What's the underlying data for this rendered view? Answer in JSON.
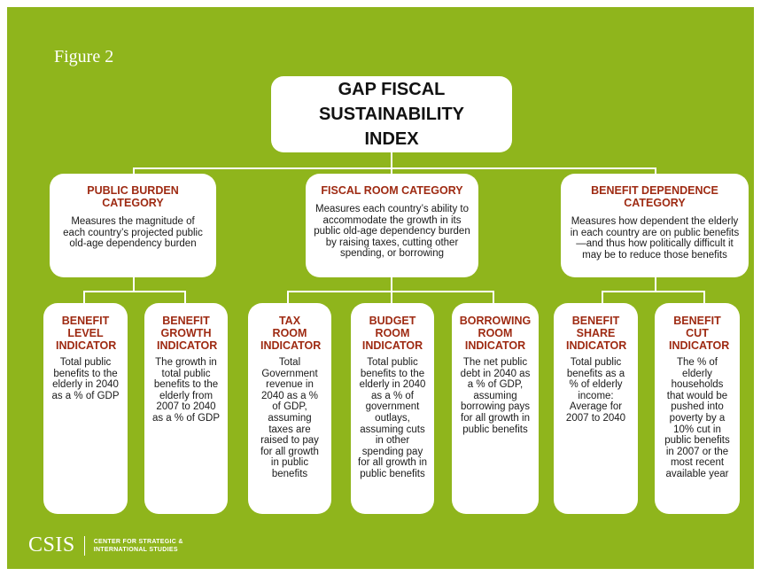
{
  "figure_label": "Figure 2",
  "root": {
    "title": "GAP FISCAL SUSTAINABILITY INDEX"
  },
  "categories": [
    {
      "title": "PUBLIC BURDEN CATEGORY",
      "desc": "Measures the magnitude of each country’s projected public old-age dependency burden"
    },
    {
      "title": "FISCAL ROOM CATEGORY",
      "desc": "Measures each country’s ability to accommodate the growth in its public old-age dependency burden by raising taxes, cutting other spending, or borrowing"
    },
    {
      "title": "BENEFIT DEPENDENCE CATEGORY",
      "desc": "Measures how dependent the elderly in each country are on public benefits—and thus how politically difficult it may be to reduce those benefits"
    }
  ],
  "indicators": [
    {
      "title": "BENEFIT LEVEL INDICATOR",
      "desc": "Total public benefits to the elderly in 2040 as a % of GDP"
    },
    {
      "title": "BENEFIT GROWTH INDICATOR",
      "desc": "The growth in total public benefits to the elderly from 2007 to 2040 as a % of GDP"
    },
    {
      "title": "TAX ROOM INDICATOR",
      "desc": "Total Government revenue in 2040 as a % of GDP, assuming taxes are raised to pay for all growth in public benefits"
    },
    {
      "title": "BUDGET ROOM INDICATOR",
      "desc": "Total public benefits to the elderly in 2040 as a % of government outlays, assuming cuts in other spending pay for all growth in public benefits"
    },
    {
      "title": "BORROWING ROOM INDICATOR",
      "desc": "The net public debt in 2040 as a % of GDP, assuming borrowing pays for all growth in public benefits"
    },
    {
      "title": "BENEFIT SHARE INDICATOR",
      "desc": "Total public benefits as a % of elderly income: Average for 2007 to 2040"
    },
    {
      "title": "BENEFIT CUT INDICATOR",
      "desc": "The % of elderly households that would be pushed into poverty by a 10% cut in public benefits in 2007 or the most recent available year"
    }
  ],
  "footer": {
    "logo": "CSIS",
    "org_line1": "CENTER FOR STRATEGIC &",
    "org_line2": "INTERNATIONAL STUDIES"
  }
}
